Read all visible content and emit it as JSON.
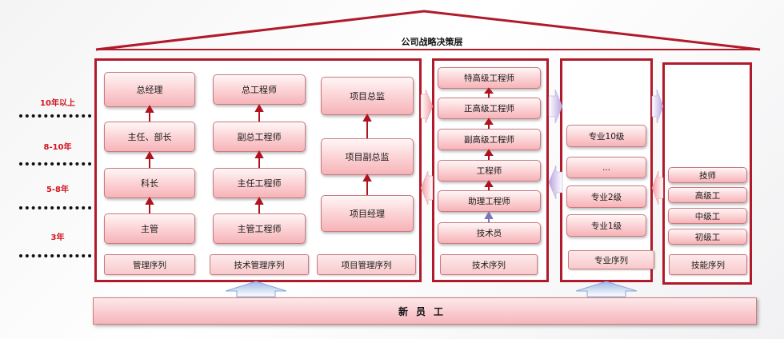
{
  "title": "公司战略决策层",
  "years": [
    {
      "label": "10年以上"
    },
    {
      "label": "8-10年"
    },
    {
      "label": "5-8年"
    },
    {
      "label": "3年"
    }
  ],
  "management": {
    "positions": [
      "总经理",
      "主任、部长",
      "科长",
      "主管"
    ],
    "label": "管理序列"
  },
  "tech_management": {
    "positions": [
      "总工程师",
      "副总工程师",
      "主任工程师",
      "主管工程师"
    ],
    "label": "技术管理序列"
  },
  "project_management": {
    "positions": [
      "项目总监",
      "项目副总监",
      "项目经理"
    ],
    "label": "项目管理序列"
  },
  "technical": {
    "positions": [
      "特高级工程师",
      "正高级工程师",
      "副高级工程师",
      "工程师",
      "助理工程师",
      "技术员"
    ],
    "label": "技术序列"
  },
  "professional": {
    "positions": [
      "专业10级",
      "...",
      "专业2级",
      "专业1级"
    ],
    "label": "专业序列"
  },
  "skills": {
    "positions": [
      "技师",
      "高级工",
      "中级工",
      "初级工"
    ],
    "label": "技能序列"
  },
  "new_staff": "新员工",
  "colors": {
    "frame": "#b11a2a",
    "arrow": "#b0121e",
    "year_text": "#d0141f",
    "box_top": "#fff6f6",
    "box_bottom": "#f6b3b8"
  }
}
